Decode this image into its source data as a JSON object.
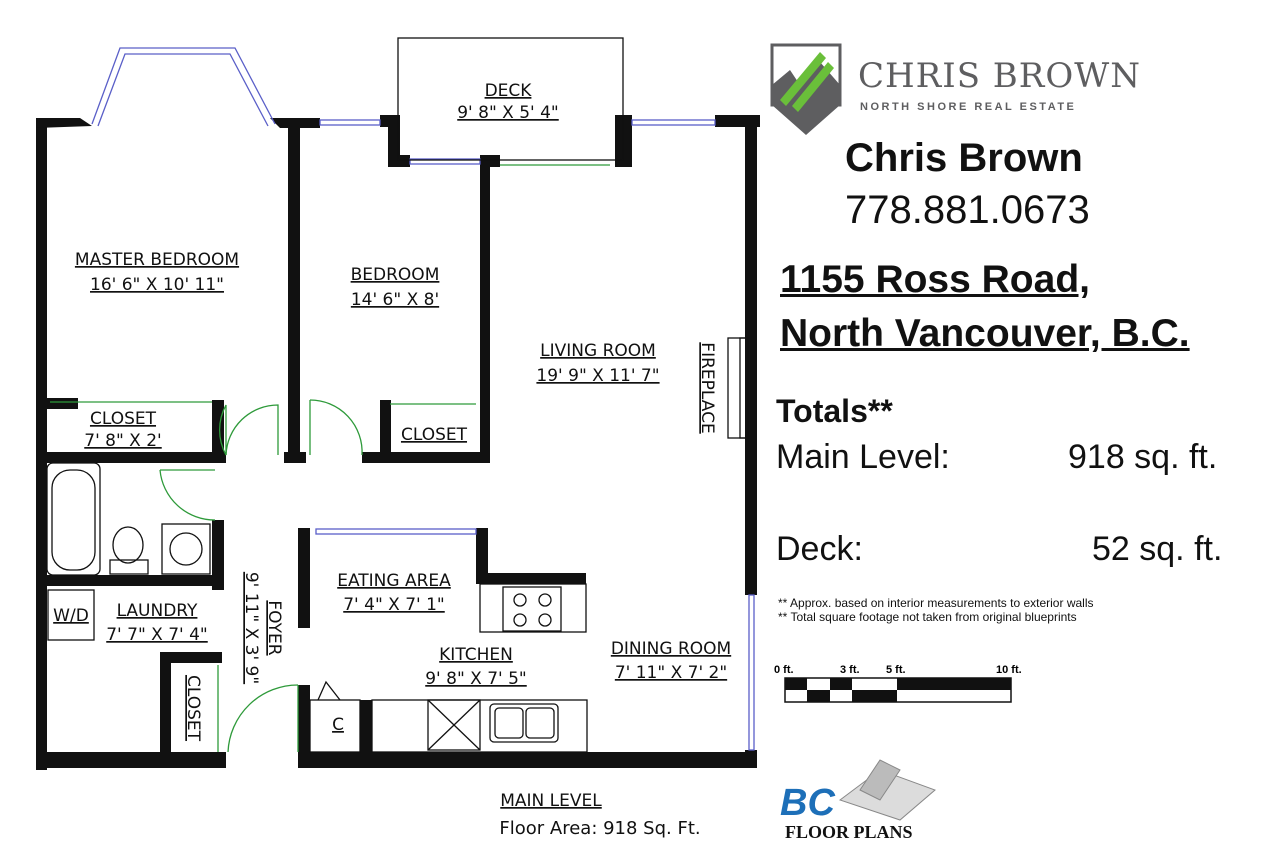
{
  "rooms": {
    "deck": {
      "name": "DECK",
      "dims": "9' 8\" X 5' 4\""
    },
    "master_bedroom": {
      "name": "MASTER BEDROOM",
      "dims": "16' 6\" X 10' 11\""
    },
    "bedroom": {
      "name": "BEDROOM",
      "dims": "14' 6\" X 8'"
    },
    "living_room": {
      "name": "LIVING ROOM",
      "dims": "19' 9\" X 11' 7\""
    },
    "fireplace": "FIREPLACE",
    "closet_master": {
      "name": "CLOSET",
      "dims": "7' 8\" X 2'"
    },
    "closet_bedroom": "CLOSET",
    "eating_area": {
      "name": "EATING AREA",
      "dims": "7' 4\" X 7' 1\""
    },
    "laundry": {
      "name": "LAUNDRY",
      "dims": "7' 7\" X 7' 4\""
    },
    "wd": "W/D",
    "foyer": {
      "name": "FOYER",
      "dims": "9' 11\" X 3' 9\""
    },
    "closet_foyer": "CLOSET",
    "kitchen": {
      "name": "KITCHEN",
      "dims": "9' 8\" X 7' 5\""
    },
    "dining_room": {
      "name": "DINING ROOM",
      "dims": "7' 11\" X 7' 2\""
    },
    "c": "C"
  },
  "footer": {
    "level": "MAIN LEVEL",
    "floor_area": "Floor Area: 918 Sq. Ft."
  },
  "brand": {
    "logo_name": "CHRIS BROWN",
    "logo_sub": "NORTH SHORE REAL ESTATE",
    "colors": {
      "gray": "#5e5e60",
      "green": "#6abf3a"
    }
  },
  "agent": {
    "name": "Chris Brown",
    "phone": "778.881.0673"
  },
  "address": {
    "line1": "1155 Ross Road,",
    "line2": "North Vancouver, B.C."
  },
  "totals": {
    "heading": "Totals**",
    "main_label": "Main Level:",
    "main_value": "918 sq. ft.",
    "deck_label": "Deck:",
    "deck_value": "52 sq. ft."
  },
  "notes": [
    "** Approx. based on interior measurements to exterior walls",
    "** Total square footage not taken from original blueprints"
  ],
  "scale": {
    "ticks": [
      "0 ft.",
      "3 ft.",
      "5 ft.",
      "10 ft."
    ]
  },
  "bc_logo": {
    "mark": "BC",
    "text": "FLOOR PLANS"
  }
}
